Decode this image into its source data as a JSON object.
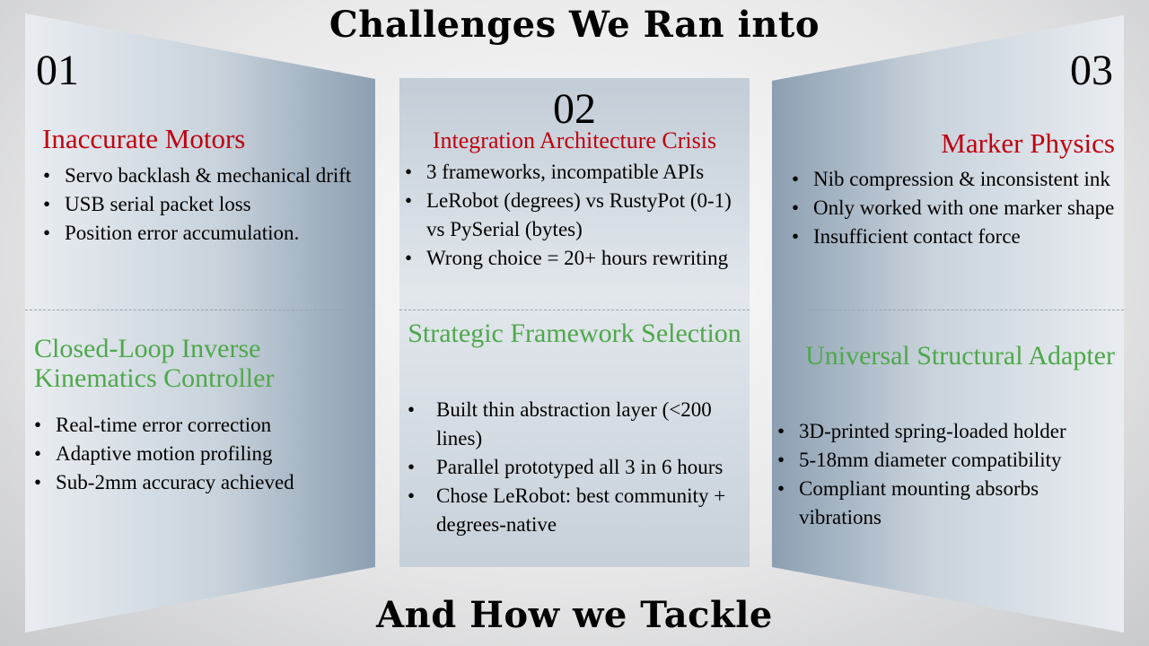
{
  "title_top": "Challenges We Ran into",
  "title_bottom": "And How we Tackle",
  "columns": [
    {
      "number": "01",
      "problem_title": "Inaccurate Motors",
      "problems": [
        "Servo backlash & mechanical drift",
        "USB serial packet loss",
        "Position error accumulation."
      ],
      "solution_title": "Closed-Loop Inverse Kinematics Controller",
      "solutions": [
        "Real-time error correction",
        "Adaptive motion profiling",
        "Sub-2mm accuracy achieved"
      ]
    },
    {
      "number": "02",
      "problem_title": "Integration Architecture Crisis",
      "problems": [
        "3 frameworks, incompatible APIs",
        "LeRobot (degrees) vs RustyPot (0-1) vs PySerial (bytes)",
        "Wrong choice = 20+ hours rewriting"
      ],
      "solution_title": "Strategic Framework Selection",
      "solutions": [
        "Built thin abstraction layer (<200 lines)",
        "Parallel prototyped all 3 in 6 hours",
        "Chose LeRobot: best community + degrees-native"
      ]
    },
    {
      "number": "03",
      "problem_title": "Marker Physics",
      "problems": [
        "Nib compression & inconsistent ink",
        "Only worked with one marker shape",
        "Insufficient contact force"
      ],
      "solution_title": "Universal Structural Adapter",
      "solutions": [
        "3D-printed spring-loaded holder",
        "5-18mm diameter compatibility",
        "Compliant mounting absorbs vibrations"
      ]
    }
  ]
}
